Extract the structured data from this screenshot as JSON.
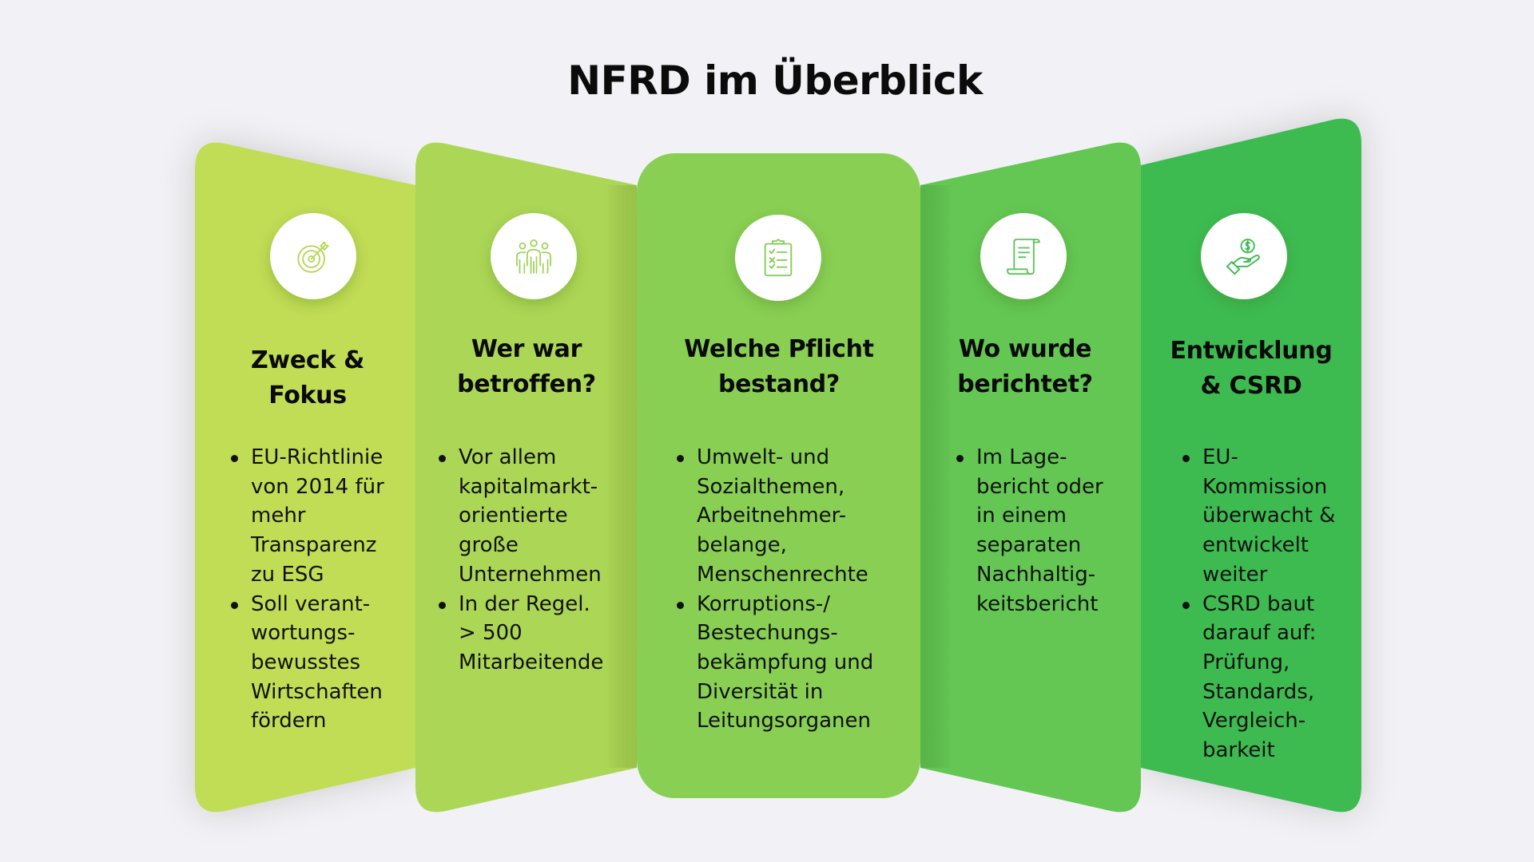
{
  "title": "NFRD im Überblick",
  "colors": {
    "background": "#f2f2f6",
    "panel_1": "#c1dc55",
    "panel_2": "#acd655",
    "panel_3": "#89cf53",
    "panel_4": "#64c653",
    "panel_5": "#3dbb51",
    "icon_stroke_1": "#b7d656",
    "icon_stroke_2": "#9fd15a",
    "icon_stroke_3": "#86cc58",
    "icon_stroke_4": "#5cc35a",
    "icon_stroke_5": "#3cb950"
  },
  "panels": [
    {
      "icon": "target-icon",
      "heading": "Zweck &\nFokus",
      "bullets": [
        "EU-Richtlinie\nvon 2014 für\nmehr\nTransparenz\nzu ESG",
        "Soll verant-\nwortungs-\nbewusstes\nWirtschaften\nfördern"
      ]
    },
    {
      "icon": "people-group-icon",
      "heading": "Wer war\nbetroffen?",
      "bullets": [
        "Vor allem\nkapitalmarkt-\norientierte\ngroße\nUnternehmen",
        "In der Regel.\n> 500\nMitarbeitende"
      ]
    },
    {
      "icon": "clipboard-checklist-icon",
      "heading": "Welche Pflicht\nbestand?",
      "bullets": [
        "Umwelt- und\nSozialthemen,\nArbeitnehmer-\nbelange,\nMenschenrechte",
        "Korruptions-/\nBestechungs-\nbekämpfung und\nDiversität in\nLeitungsorganen"
      ]
    },
    {
      "icon": "scroll-document-icon",
      "heading": "Wo wurde\nberichtet?",
      "bullets": [
        "Im Lage-\nbericht oder\nin einem\nseparaten\nNachhaltig-\nkeitsbericht"
      ]
    },
    {
      "icon": "hand-coin-dollar-icon",
      "heading": "Entwicklung\n& CSRD",
      "bullets": [
        "EU-\nKommission\nüberwacht &\nentwickelt\nweiter",
        "CSRD baut\ndarauf auf:\nPrüfung,\nStandards,\nVergleich-\nbarkeit"
      ]
    }
  ]
}
